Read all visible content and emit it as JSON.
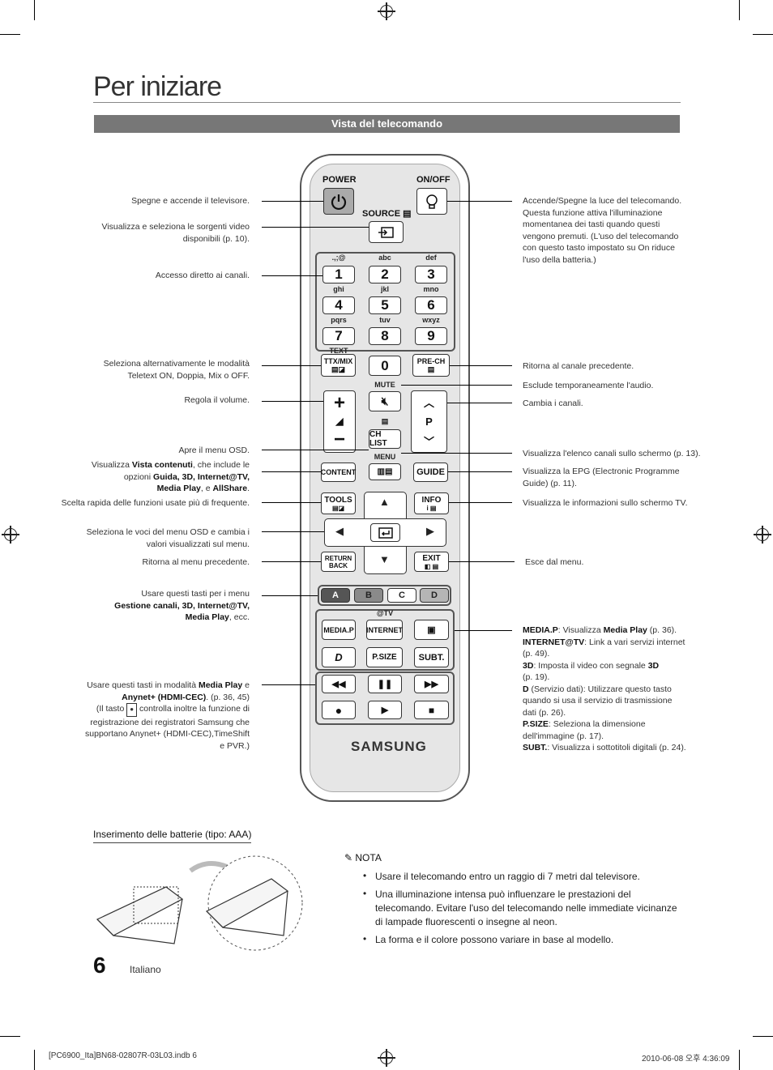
{
  "page": {
    "title": "Per iniziare",
    "section": "Vista del telecomando"
  },
  "remote": {
    "power": "POWER",
    "onoff": "ON/OFF",
    "source": "SOURCE",
    "keys": [
      {
        "letters": ".,;@",
        "num": "1"
      },
      {
        "letters": "abc",
        "num": "2"
      },
      {
        "letters": "def",
        "num": "3"
      },
      {
        "letters": "ghi",
        "num": "4"
      },
      {
        "letters": "jkl",
        "num": "5"
      },
      {
        "letters": "mno",
        "num": "6"
      },
      {
        "letters": "pqrs",
        "num": "7"
      },
      {
        "letters": "tuv",
        "num": "8"
      },
      {
        "letters": "wxyz",
        "num": "9"
      }
    ],
    "zero": "0",
    "text": "TEXT",
    "ttx": "TTX/MIX",
    "prech": "PRE-CH",
    "mute": "MUTE",
    "p": "P",
    "chlist": "CH LIST",
    "menu": "MENU",
    "content": "CONTENT",
    "guide": "GUIDE",
    "tools": "TOOLS",
    "info": "INFO",
    "return_l1": "RETURN",
    "return_l2": "BACK",
    "exit": "EXIT",
    "colors": [
      {
        "label": "A",
        "color": "#555555"
      },
      {
        "label": "B",
        "color": "#8a8a8a"
      },
      {
        "label": "C",
        "color": "#ffffff"
      },
      {
        "label": "D",
        "color": "#b5b5b5"
      }
    ],
    "attv": "@TV",
    "mediap": "MEDIA.P",
    "internet": "INTERNET",
    "d": "D",
    "psize": "P.SIZE",
    "subt": "SUBT.",
    "brand": "SAMSUNG"
  },
  "left_annotations": {
    "power": "Spegne e accende il televisore.",
    "source_1": "Visualizza e seleziona le sorgenti video",
    "source_2": "disponibili (p. 10).",
    "channels": "Accesso diretto ai canali.",
    "ttx_1": "Seleziona alternativamente le modalità",
    "ttx_2": "Teletext ON, Doppia, Mix o OFF.",
    "volume": "Regola il volume.",
    "menu": "Apre il menu OSD.",
    "content_1a": "Visualizza ",
    "content_1b": "Vista contenuti",
    "content_1c": ", che include le",
    "content_2a": "opzioni ",
    "content_2b": "Guida, 3D, Internet@TV,",
    "content_3a": "Media Play",
    "content_3b": ", e ",
    "content_3c": "AllShare",
    "content_3d": ".",
    "tools": "Scelta rapida delle funzioni usate più di frequente.",
    "nav_1": "Seleziona le voci del menu OSD e cambia i",
    "nav_2": "valori visualizzati sul menu.",
    "return": "Ritorna al menu precedente.",
    "colors_1": "Usare questi tasti per i menu",
    "colors_2": "Gestione canali, 3D, Internet@TV,",
    "colors_3a": "Media Play",
    "colors_3b": ", ecc.",
    "media_1a": "Usare questi tasti in modalità ",
    "media_1b": "Media Play",
    "media_1c": " e",
    "media_2a": "Anynet+ (HDMI-CEC)",
    "media_2b": ". (p. 36, 45)",
    "media_3a": "(Il tasto ",
    "media_3b": " controlla inoltre la funzione di",
    "media_4": "registrazione dei registratori Samsung che",
    "media_5": "supportano Anynet+ (HDMI-CEC),TimeShift",
    "media_6": "e PVR.)"
  },
  "right_annotations": {
    "onoff_1": "Accende/Spegne la luce del telecomando.",
    "onoff_2": "Questa funzione attiva l'illuminazione",
    "onoff_3": "momentanea dei tasti quando questi",
    "onoff_4": "vengono premuti. (L'uso del telecomando",
    "onoff_5": "con questo tasto impostato su On riduce",
    "onoff_6": "l'uso della batteria.)",
    "prech": "Ritorna al canale precedente.",
    "mute": "Esclude temporaneamente l'audio.",
    "channels": "Cambia i canali.",
    "chlist": "Visualizza l'elenco canali sullo schermo (p. 13).",
    "guide_1": "Visualizza la EPG (Electronic Programme",
    "guide_2": "Guide) (p. 11).",
    "info": "Visualizza le informazioni sullo schermo TV.",
    "exit": "Esce dal menu.",
    "mp_a": "MEDIA.P",
    "mp_b": ": Visualizza ",
    "mp_c": "Media Play",
    "mp_d": " (p. 36).",
    "it_a": "INTERNET@TV",
    "it_b": ": Link a vari servizi internet",
    "it_c": "(p. 49).",
    "d3_a": "3D",
    "d3_b": ": Imposta il video con segnale ",
    "d3_c": "3D",
    "d3_d": "(p. 19).",
    "d_a": "D",
    "d_b": " (Servizio dati): Utilizzare questo tasto",
    "d_c": "quando si usa il servizio di trasmissione",
    "d_d": "dati (p. 26).",
    "ps_a": "P.SIZE",
    "ps_b": ": Seleziona la dimensione",
    "ps_c": "dell'immagine (p. 17).",
    "st_a": "SUBT.",
    "st_b": ": Visualizza i sottotitoli digitali (p. 24)."
  },
  "battery_title": "Inserimento delle batterie (tipo: AAA)",
  "nota": {
    "title": "NOTA",
    "items": [
      "Usare il telecomando entro un raggio di 7 metri dal televisore.",
      "Una illuminazione intensa può influenzare le prestazioni del telecomando. Evitare l'uso del telecomando nelle immediate vicinanze di lampade fluorescenti o insegne al neon.",
      "La forma e il colore possono variare in base al modello."
    ]
  },
  "footer": {
    "page_number": "6",
    "language": "Italiano",
    "file": "[PC6900_Ita]BN68-02807R-03L03.indb   6",
    "date": "2010-06-08   오후 4:36:09"
  }
}
